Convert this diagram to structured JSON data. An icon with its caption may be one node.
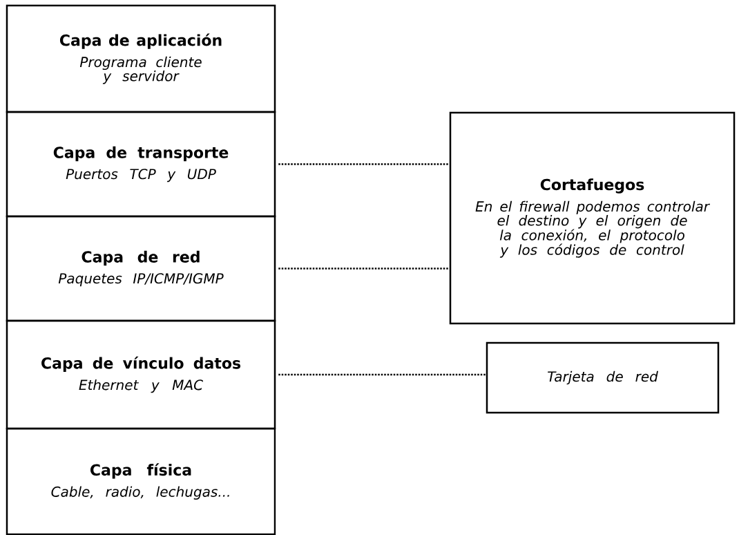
{
  "diagram": {
    "nodes": [
      {
        "text": [
          "Capa de aplicación",
          "Programa cliente y servidor"
        ]
      },
      {
        "text": [
          "Capa de transporte",
          "Puertos TCP y UDP"
        ]
      },
      {
        "text": [
          "Capa de red",
          "Paquetes IP/ICMP/IGMP"
        ]
      },
      {
        "text": [
          "Capa de vínculo datos",
          "Ethernet y MAC"
        ]
      },
      {
        "text": [
          "Capa física",
          "Cable, radio, lechugas..."
        ]
      },
      {
        "text": [
          "Cortafuegos",
          "En el firewall podemos controlar el destino y el origen de la conexión, el protocolo y los códigos de control"
        ]
      },
      {
        "text": [
          "Tarjeta de red"
        ]
      }
    ],
    "edges": [
      {
        "from": 1,
        "to": 5,
        "arrow": "none"
      },
      {
        "from": 2,
        "to": 5,
        "arrow": "none"
      },
      {
        "from": 3,
        "to": 6,
        "arrow": "none"
      }
    ]
  }
}
